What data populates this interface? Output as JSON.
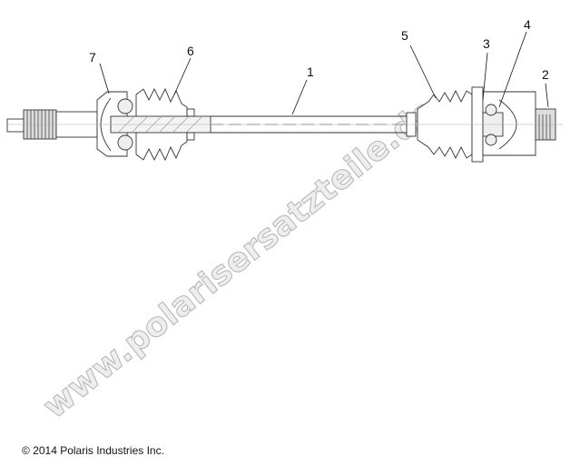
{
  "diagram": {
    "callouts": [
      "1",
      "2",
      "3",
      "4",
      "5",
      "6",
      "7"
    ],
    "copyright": "© 2014 Polaris Industries Inc.",
    "watermark": "www.polarisersatzteile.de"
  }
}
